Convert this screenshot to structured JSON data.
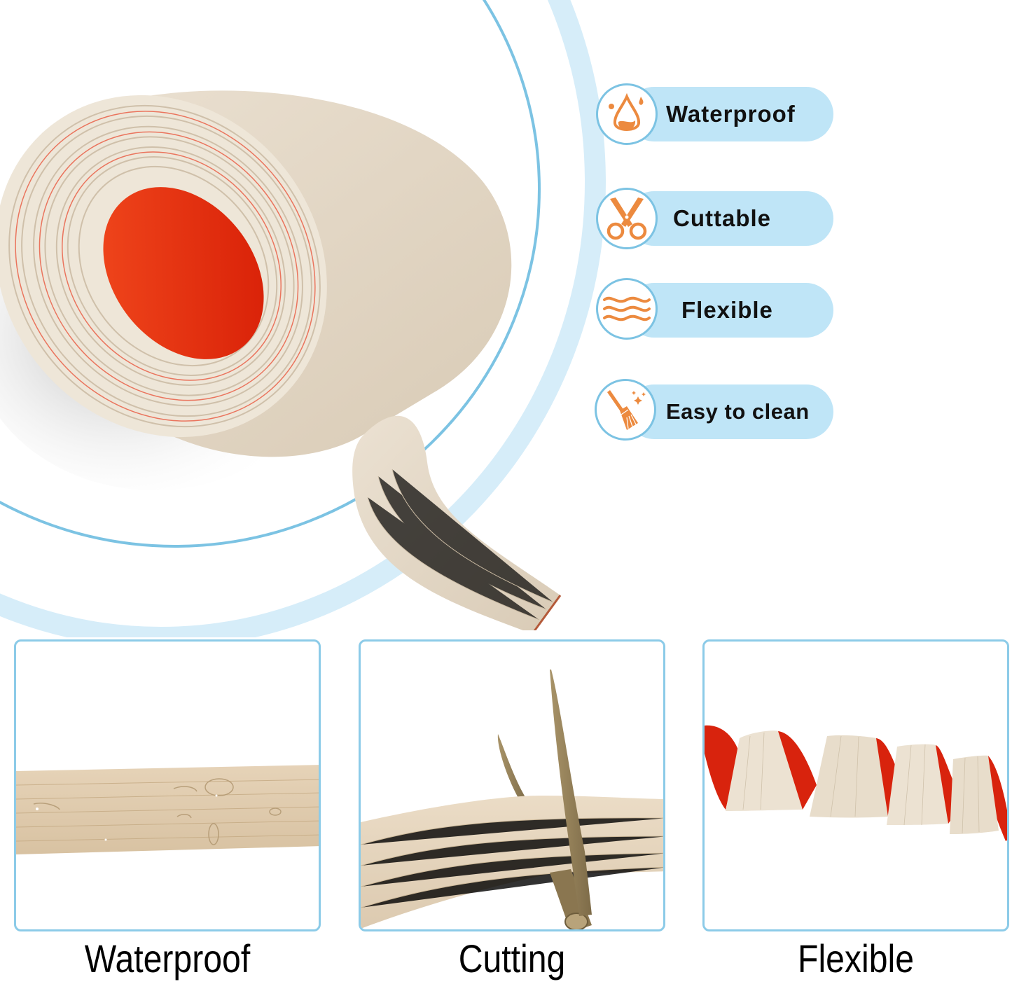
{
  "hero": {
    "product": "wood-grain-tape-roll",
    "colors": {
      "tape_face": "#e2d6c5",
      "tape_back": "#e8290c",
      "ring_thin": "#7cc3e3",
      "ring_thick": "#d6edf9"
    }
  },
  "features": {
    "pill_color": "#bfe5f7",
    "icon_color": "#ec8a3f",
    "items": [
      {
        "label": "Waterproof",
        "icon": "water-drop-icon"
      },
      {
        "label": "Cuttable",
        "icon": "scissors-icon"
      },
      {
        "label": "Flexible",
        "icon": "waves-icon"
      },
      {
        "label": "Easy to clean",
        "icon": "broom-icon"
      }
    ]
  },
  "panels": {
    "border_color": "#8ccbe8",
    "items": [
      {
        "caption": "Waterproof",
        "image": "tape-strip-with-water-droplets"
      },
      {
        "caption": "Cutting",
        "image": "scissors-cutting-tape"
      },
      {
        "caption": "Flexible",
        "image": "twisted-tape-spiral"
      }
    ]
  }
}
